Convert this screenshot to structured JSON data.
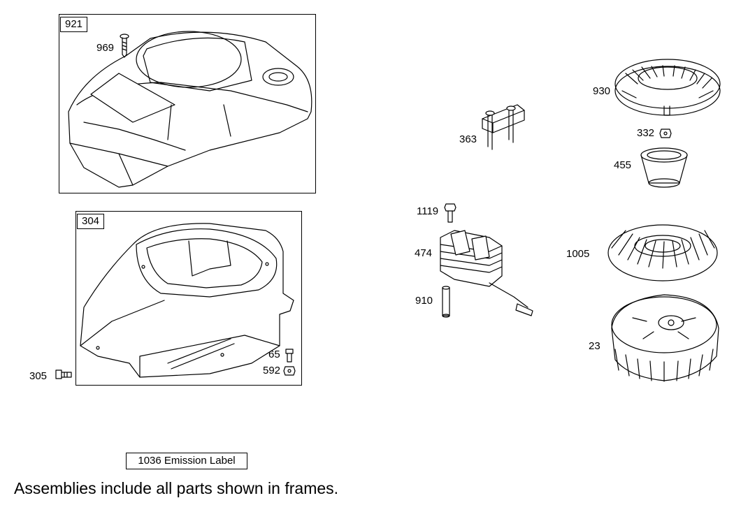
{
  "frames": {
    "top": {
      "label": "921"
    },
    "bottom": {
      "label": "304"
    }
  },
  "callouts": {
    "p969": "969",
    "p305": "305",
    "p65": "65",
    "p592": "592",
    "p363": "363",
    "p1119": "1119",
    "p474": "474",
    "p910": "910",
    "p930": "930",
    "p332": "332",
    "p455": "455",
    "p1005": "1005",
    "p23": "23"
  },
  "emission_label": "1036 Emission Label",
  "footer_note": "Assemblies include all parts shown in frames."
}
